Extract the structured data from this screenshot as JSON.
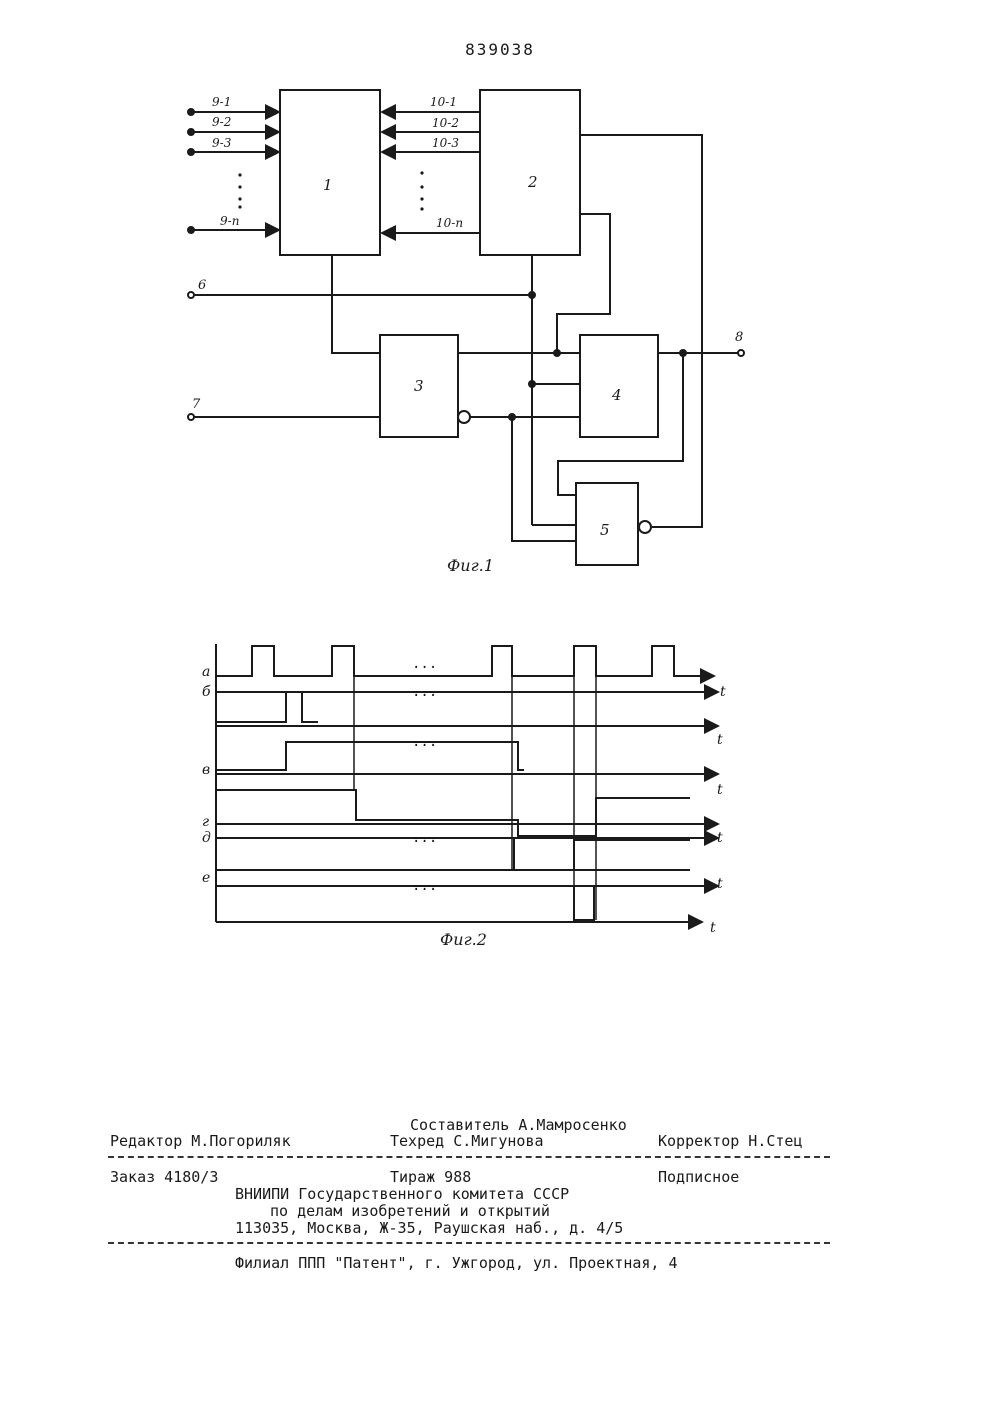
{
  "header": {
    "patent_number": "839038"
  },
  "figure1": {
    "caption": "Фиг.1",
    "blocks": [
      "1",
      "2",
      "3",
      "4",
      "5"
    ],
    "inputs_left": [
      "9-1",
      "9-2",
      "9-3",
      "9-n"
    ],
    "inputs_right": [
      "10-1",
      "10-2",
      "10-3",
      "10-n"
    ],
    "terminals": [
      "6",
      "7",
      "8"
    ]
  },
  "figure2": {
    "caption": "Фиг.2",
    "signal_labels": [
      "a",
      "б",
      "в",
      "г",
      "д",
      "е"
    ],
    "time_label": "t"
  },
  "imprint": {
    "compiler": "Составитель А.Мамросенко",
    "editor": "Редактор М.Погориляк",
    "techred": "Техред С.Мигунова",
    "corrector": "Корректор Н.Стец",
    "order": "Заказ 4180/3",
    "circulation": "Тираж 988",
    "subscription": "Подписное",
    "institute": "ВНИИПИ Государственного комитета СССР",
    "institute_sub": "по делам изобретений и открытий",
    "address": "113035, Москва, Ж-35, Раушская наб., д. 4/5",
    "branch": "Филиал ППП \"Патент\", г. Ужгород, ул. Проектная, 4"
  }
}
